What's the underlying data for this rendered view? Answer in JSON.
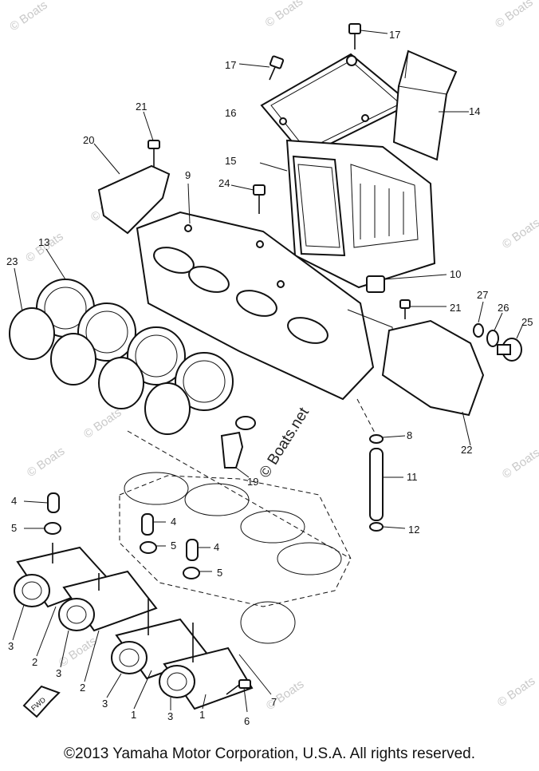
{
  "copyright": "©2013 Yamaha Motor Corporation, U.S.A. All rights reserved.",
  "watermark": "© Boats.net",
  "watermark_short": "© Boats",
  "direction_marker": "FWD",
  "callouts": [
    "1",
    "2",
    "3",
    "4",
    "5",
    "6",
    "7",
    "8",
    "9",
    "10",
    "11",
    "12",
    "13",
    "14",
    "15",
    "16",
    "17",
    "19",
    "20",
    "21",
    "22",
    "23",
    "24",
    "25",
    "26",
    "27"
  ]
}
